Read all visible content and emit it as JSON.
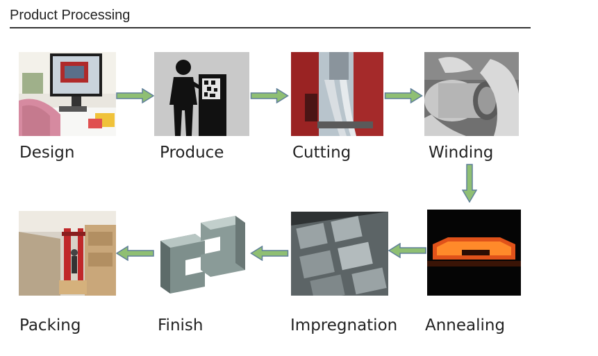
{
  "header": {
    "title": "Product Processing"
  },
  "steps": [
    {
      "label": "Design"
    },
    {
      "label": "Produce"
    },
    {
      "label": "Cutting"
    },
    {
      "label": "Winding"
    },
    {
      "label": "Annealing"
    },
    {
      "label": "Impregnation"
    },
    {
      "label": "Finish"
    },
    {
      "label": "Packing"
    }
  ],
  "colors": {
    "arrow_fill": "#8fbf73",
    "arrow_stroke": "#5f7f99"
  }
}
